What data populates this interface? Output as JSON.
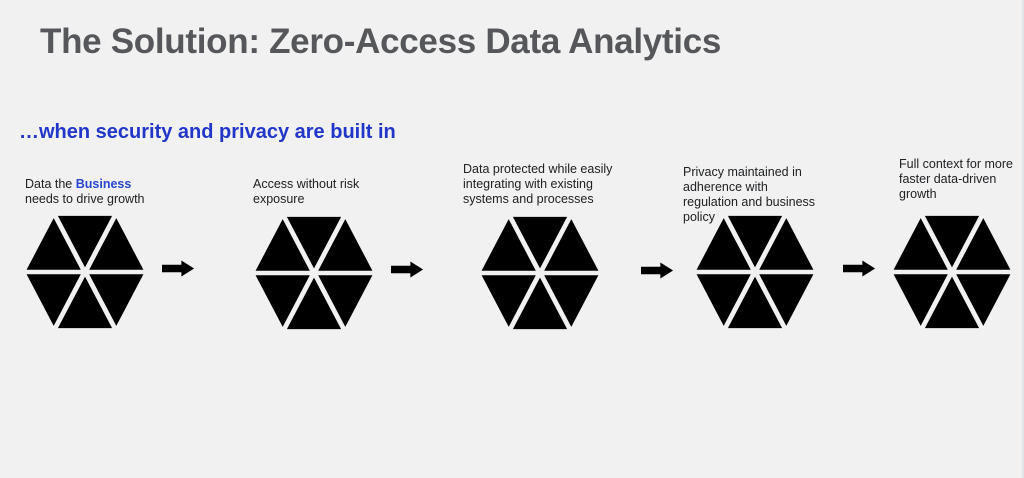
{
  "colors": {
    "background": "#f0f1f0",
    "title_gray": "#56575b",
    "accent_blue": "#2236c9",
    "business_blue": "#2846cf",
    "triangle_blue": "#2d52cc",
    "arrow_green": "#61a046",
    "label_color": "#202124"
  },
  "slide": {
    "title": "The Solution: Zero-Access Data Analytics",
    "subtitle": "…when security and privacy are built in"
  },
  "flow": {
    "steps": [
      {
        "label_prefix": "Data the ",
        "label_highlight": "Business",
        "label_suffix": "\nneeds to drive growth",
        "icon": "hexagon-cluster-icon"
      },
      {
        "label": "Access without risk\nexposure",
        "icon": "hexagon-cluster-icon"
      },
      {
        "label": "Data protected while easily\nintegrating with existing\nsystems and processes",
        "icon": "hexagon-cluster-icon"
      },
      {
        "label": "Privacy maintained in\nadherence with\nregulation and business\npolicy",
        "icon": "hexagon-cluster-icon"
      },
      {
        "label": "Full context for more\nfaster data-driven\ngrowth",
        "icon": "hexagon-cluster-icon"
      }
    ],
    "connector_icon": "flow-arrow-icon",
    "connector_count": 4
  }
}
